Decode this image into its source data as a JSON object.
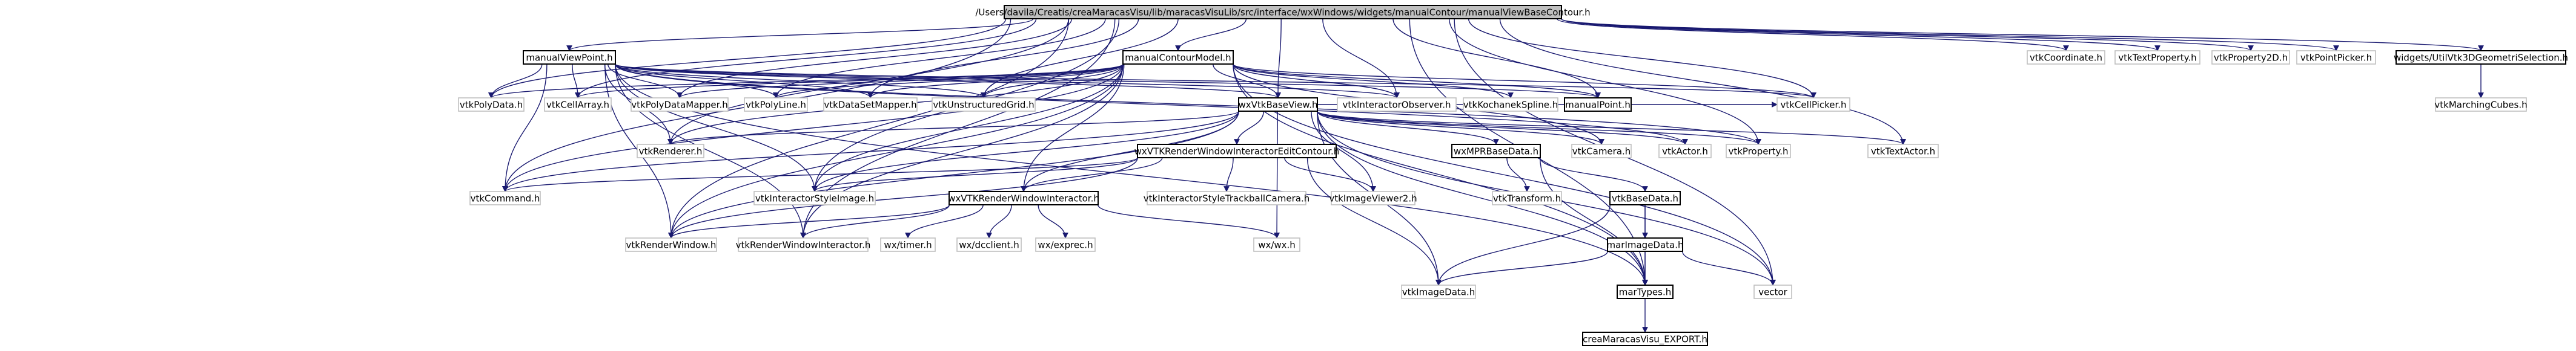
{
  "root": {
    "id": "root",
    "label": "/Users/davila/Creatis/creaMaracasVisu/lib/maracasVisuLib/src/interface/wxWindows/widgets/manualContour/manualViewBaseContour.h"
  },
  "nodes": [
    {
      "id": "manualViewPoint",
      "label": "manualViewPoint.h",
      "strong": true
    },
    {
      "id": "manualContourModel",
      "label": "manualContourModel.h",
      "strong": true
    },
    {
      "id": "wxVtkBaseView",
      "label": "wxVtkBaseView.h",
      "strong": true
    },
    {
      "id": "wxVTKRWIEditContour",
      "label": "wxVTKRenderWindowInteractorEditContour.h",
      "strong": true
    },
    {
      "id": "wxVTKRWI",
      "label": "wxVTKRenderWindowInteractor.h",
      "strong": true
    },
    {
      "id": "wxMPRBaseData",
      "label": "wxMPRBaseData.h",
      "strong": true
    },
    {
      "id": "vtkBaseData",
      "label": "vtkBaseData.h",
      "strong": true
    },
    {
      "id": "marImageData",
      "label": "marImageData.h",
      "strong": true
    },
    {
      "id": "marTypes",
      "label": "marTypes.h",
      "strong": true
    },
    {
      "id": "creaExport",
      "label": "creaMaracasVisu_EXPORT.h",
      "strong": true
    },
    {
      "id": "manualPoint",
      "label": "manualPoint.h",
      "strong": true
    },
    {
      "id": "utilGeom",
      "label": "widgets/UtilVtk3DGeometriSelection.h",
      "strong": true
    },
    {
      "id": "vtkCoordinate",
      "label": "vtkCoordinate.h"
    },
    {
      "id": "vtkTextProperty",
      "label": "vtkTextProperty.h"
    },
    {
      "id": "vtkProperty2D",
      "label": "vtkProperty2D.h"
    },
    {
      "id": "vtkPointPicker",
      "label": "vtkPointPicker.h"
    },
    {
      "id": "vtkMarchingCubes",
      "label": "vtkMarchingCubes.h"
    },
    {
      "id": "vtkPolyData",
      "label": "vtkPolyData.h"
    },
    {
      "id": "vtkCellArray",
      "label": "vtkCellArray.h"
    },
    {
      "id": "vtkPolyDataMapper",
      "label": "vtkPolyDataMapper.h"
    },
    {
      "id": "vtkPolyLine",
      "label": "vtkPolyLine.h"
    },
    {
      "id": "vtkDataSetMapper",
      "label": "vtkDataSetMapper.h"
    },
    {
      "id": "vtkUnstructuredGrid",
      "label": "vtkUnstructuredGrid.h"
    },
    {
      "id": "vtkInteractorObserver",
      "label": "vtkInteractorObserver.h"
    },
    {
      "id": "vtkKochanekSpline",
      "label": "vtkKochanekSpline.h"
    },
    {
      "id": "vtkCellPicker",
      "label": "vtkCellPicker.h"
    },
    {
      "id": "vtkRenderer",
      "label": "vtkRenderer.h"
    },
    {
      "id": "vtkCamera",
      "label": "vtkCamera.h"
    },
    {
      "id": "vtkActor",
      "label": "vtkActor.h"
    },
    {
      "id": "vtkProperty",
      "label": "vtkProperty.h"
    },
    {
      "id": "vtkTextActor",
      "label": "vtkTextActor.h"
    },
    {
      "id": "vtkCommand",
      "label": "vtkCommand.h"
    },
    {
      "id": "vtkInteractorStyleImage",
      "label": "vtkInteractorStyleImage.h"
    },
    {
      "id": "vtkISTrackballCamera",
      "label": "vtkInteractorStyleTrackballCamera.h"
    },
    {
      "id": "vtkImageViewer2",
      "label": "vtkImageViewer2.h"
    },
    {
      "id": "vtkTransform",
      "label": "vtkTransform.h"
    },
    {
      "id": "vtkRenderWindow",
      "label": "vtkRenderWindow.h"
    },
    {
      "id": "vtkRenderWindowInteractor",
      "label": "vtkRenderWindowInteractor.h"
    },
    {
      "id": "wxTimer",
      "label": "wx/timer.h"
    },
    {
      "id": "wxDcclient",
      "label": "wx/dcclient.h"
    },
    {
      "id": "wxExprec",
      "label": "wx/exprec.h"
    },
    {
      "id": "wxWx",
      "label": "wx/wx.h"
    },
    {
      "id": "vector",
      "label": "vector"
    },
    {
      "id": "vtkImageData",
      "label": "vtkImageData.h"
    }
  ],
  "edges": [
    [
      "root",
      "manualViewPoint"
    ],
    [
      "root",
      "manualContourModel"
    ],
    [
      "root",
      "wxVtkBaseView"
    ],
    [
      "root",
      "vtkCoordinate"
    ],
    [
      "root",
      "vtkTextProperty"
    ],
    [
      "root",
      "vtkProperty2D"
    ],
    [
      "root",
      "vtkPointPicker"
    ],
    [
      "root",
      "utilGeom"
    ],
    [
      "root",
      "vtkPolyData"
    ],
    [
      "root",
      "vtkCellArray"
    ],
    [
      "root",
      "vtkPolyDataMapper"
    ],
    [
      "root",
      "vtkPolyLine"
    ],
    [
      "root",
      "vtkDataSetMapper"
    ],
    [
      "root",
      "vtkUnstructuredGrid"
    ],
    [
      "root",
      "vtkInteractorObserver"
    ],
    [
      "root",
      "vtkCellPicker"
    ],
    [
      "root",
      "vtkRenderer"
    ],
    [
      "root",
      "vtkProperty"
    ],
    [
      "root",
      "vtkTextActor"
    ],
    [
      "root",
      "vtkCommand"
    ],
    [
      "root",
      "vtkInteractorStyleImage"
    ],
    [
      "root",
      "vtkRenderWindow"
    ],
    [
      "root",
      "vtkRenderWindowInteractor"
    ],
    [
      "root",
      "marTypes"
    ],
    [
      "root",
      "vector"
    ],
    [
      "root",
      "manualPoint"
    ],
    [
      "utilGeom",
      "vtkMarchingCubes"
    ],
    [
      "manualViewPoint",
      "vtkPolyData"
    ],
    [
      "manualViewPoint",
      "vtkCellArray"
    ],
    [
      "manualViewPoint",
      "vtkPolyDataMapper"
    ],
    [
      "manualViewPoint",
      "vtkPolyLine"
    ],
    [
      "manualViewPoint",
      "vtkDataSetMapper"
    ],
    [
      "manualViewPoint",
      "vtkUnstructuredGrid"
    ],
    [
      "manualViewPoint",
      "vtkInteractorObserver"
    ],
    [
      "manualViewPoint",
      "vtkCellPicker"
    ],
    [
      "manualViewPoint",
      "wxVtkBaseView"
    ],
    [
      "manualViewPoint",
      "vtkRenderer"
    ],
    [
      "manualViewPoint",
      "vtkCommand"
    ],
    [
      "manualViewPoint",
      "vtkInteractorStyleImage"
    ],
    [
      "manualViewPoint",
      "vtkRenderWindow"
    ],
    [
      "manualViewPoint",
      "vtkRenderWindowInteractor"
    ],
    [
      "manualViewPoint",
      "marTypes"
    ],
    [
      "manualViewPoint",
      "manualPoint"
    ],
    [
      "manualViewPoint",
      "vtkProperty"
    ],
    [
      "manualViewPoint",
      "vtkActor"
    ],
    [
      "manualContourModel",
      "vtkPolyData"
    ],
    [
      "manualContourModel",
      "vtkCellArray"
    ],
    [
      "manualContourModel",
      "vtkPolyDataMapper"
    ],
    [
      "manualContourModel",
      "vtkPolyLine"
    ],
    [
      "manualContourModel",
      "vtkDataSetMapper"
    ],
    [
      "manualContourModel",
      "vtkUnstructuredGrid"
    ],
    [
      "manualContourModel",
      "wxVtkBaseView"
    ],
    [
      "manualContourModel",
      "vtkInteractorObserver"
    ],
    [
      "manualContourModel",
      "vtkKochanekSpline"
    ],
    [
      "manualContourModel",
      "manualPoint"
    ],
    [
      "manualContourModel",
      "vtkCellPicker"
    ],
    [
      "manualContourModel",
      "vtkRenderer"
    ],
    [
      "manualContourModel",
      "vtkCommand"
    ],
    [
      "manualContourModel",
      "vtkInteractorStyleImage"
    ],
    [
      "manualContourModel",
      "vtkRenderWindow"
    ],
    [
      "manualContourModel",
      "vtkRenderWindowInteractor"
    ],
    [
      "manualContourModel",
      "wxVTKRWI"
    ],
    [
      "manualContourModel",
      "vector"
    ],
    [
      "manualContourModel",
      "vtkCamera"
    ],
    [
      "manualContourModel",
      "marTypes"
    ],
    [
      "wxVtkBaseView",
      "vtkRenderer"
    ],
    [
      "wxVtkBaseView",
      "vtkCamera"
    ],
    [
      "wxVtkBaseView",
      "vtkActor"
    ],
    [
      "wxVtkBaseView",
      "vtkProperty"
    ],
    [
      "wxVtkBaseView",
      "vtkTextActor"
    ],
    [
      "wxVtkBaseView",
      "wxVTKRWIEditContour"
    ],
    [
      "wxVtkBaseView",
      "wxMPRBaseData"
    ],
    [
      "wxVtkBaseView",
      "vtkCommand"
    ],
    [
      "wxVtkBaseView",
      "vtkInteractorStyleImage"
    ],
    [
      "wxVtkBaseView",
      "vtkImageViewer2"
    ],
    [
      "wxVtkBaseView",
      "wxVTKRWI"
    ],
    [
      "wxVtkBaseView",
      "vtkRenderWindow"
    ],
    [
      "wxVtkBaseView",
      "wxWx"
    ],
    [
      "wxVtkBaseView",
      "vector"
    ],
    [
      "wxVtkBaseView",
      "marTypes"
    ],
    [
      "wxVtkBaseView",
      "vtkImageData"
    ],
    [
      "wxVtkBaseView",
      "vtkCellPicker"
    ],
    [
      "wxVTKRWIEditContour",
      "wxVTKRWI"
    ],
    [
      "wxVTKRWIEditContour",
      "vtkInteractorStyleImage"
    ],
    [
      "wxVTKRWIEditContour",
      "vtkISTrackballCamera"
    ],
    [
      "wxVTKRWIEditContour",
      "vtkCommand"
    ],
    [
      "wxVTKRWIEditContour",
      "vtkRenderWindow"
    ],
    [
      "wxVTKRWIEditContour",
      "vtkImageViewer2"
    ],
    [
      "wxVTKRWIEditContour",
      "vtkImageData"
    ],
    [
      "wxVTKRWI",
      "vtkRenderWindow"
    ],
    [
      "wxVTKRWI",
      "vtkRenderWindowInteractor"
    ],
    [
      "wxVTKRWI",
      "wxTimer"
    ],
    [
      "wxVTKRWI",
      "wxDcclient"
    ],
    [
      "wxVTKRWI",
      "wxExprec"
    ],
    [
      "wxVTKRWI",
      "wxWx"
    ],
    [
      "wxMPRBaseData",
      "vtkTransform"
    ],
    [
      "wxMPRBaseData",
      "vtkBaseData"
    ],
    [
      "wxMPRBaseData",
      "marTypes"
    ],
    [
      "vtkBaseData",
      "marImageData"
    ],
    [
      "vtkBaseData",
      "marTypes"
    ],
    [
      "vtkBaseData",
      "vtkImageData"
    ],
    [
      "marImageData",
      "vtkImageData"
    ],
    [
      "marImageData",
      "marTypes"
    ],
    [
      "marImageData",
      "vector"
    ],
    [
      "marTypes",
      "creaExport"
    ]
  ]
}
